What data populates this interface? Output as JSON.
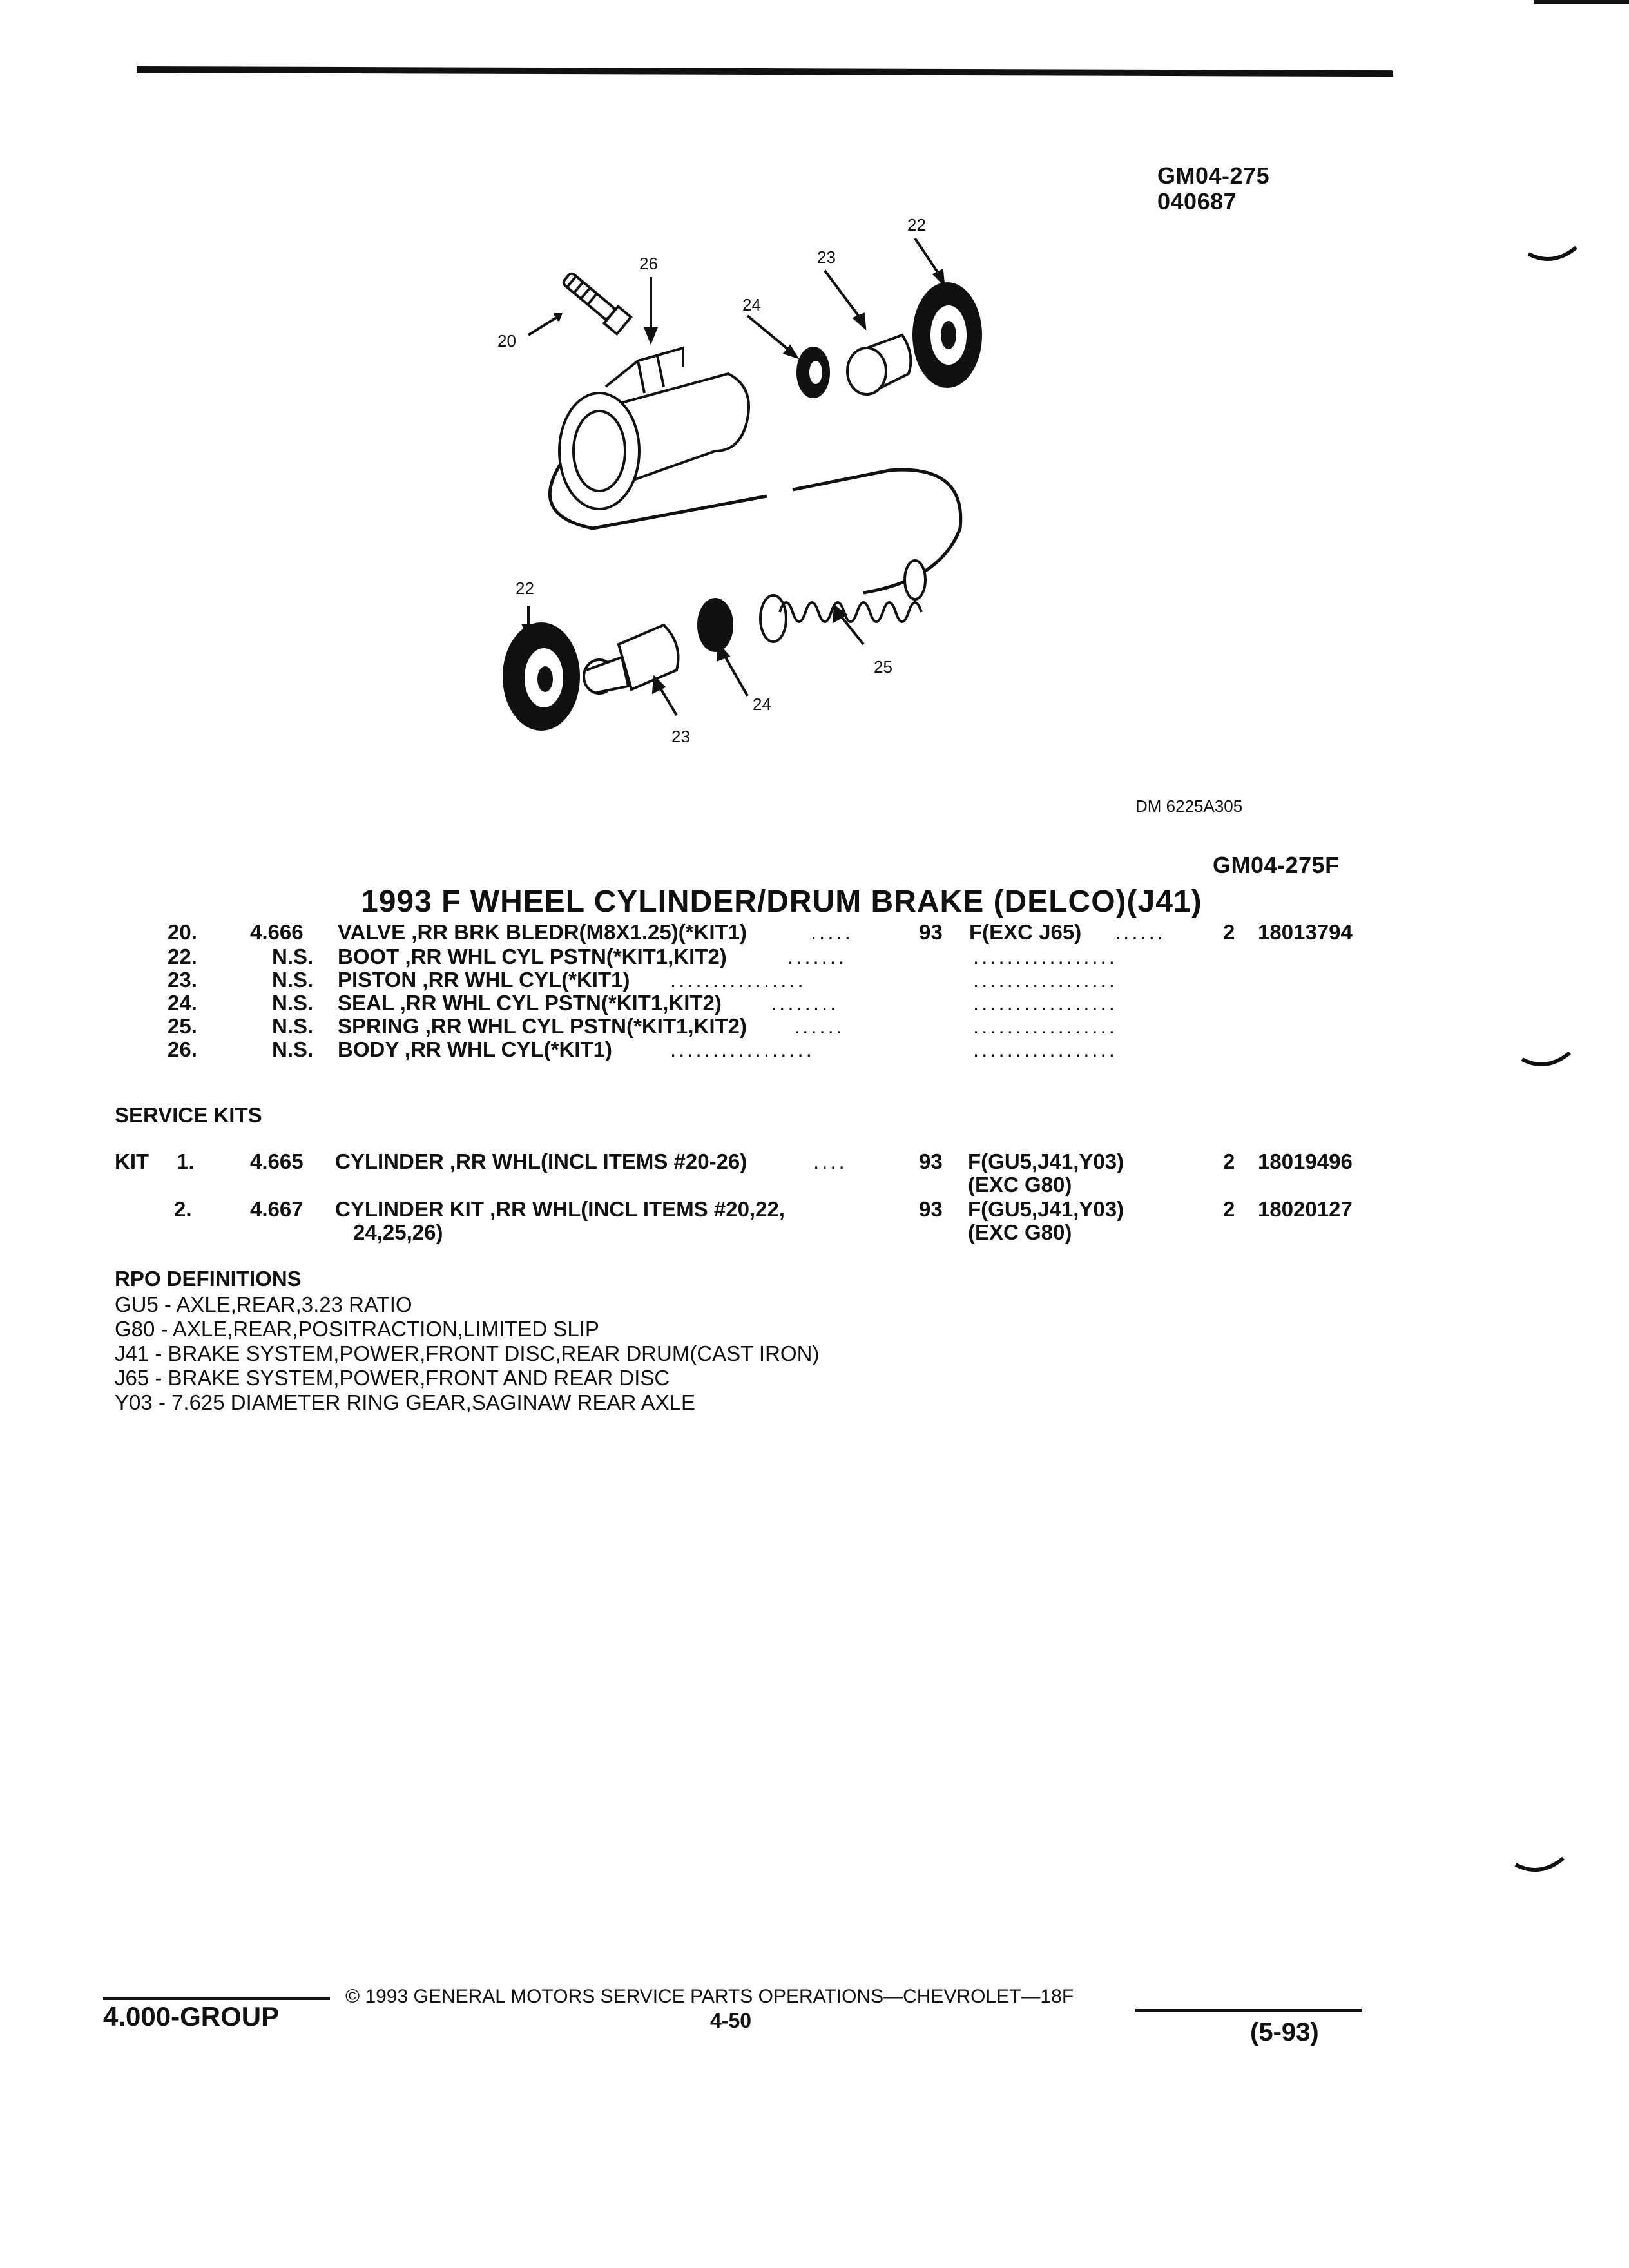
{
  "header": {
    "code1": "GM04-275",
    "code2": "040687",
    "ref_code": "GM04-275F",
    "diagram_id": "DM 6225A305"
  },
  "diagram_labels": {
    "l20": "20",
    "l26": "26",
    "l24a": "24",
    "l23a": "23",
    "l22a": "22",
    "l22b": "22",
    "l25": "25",
    "l24b": "24",
    "l23b": "23"
  },
  "section_title": "1993 F WHEEL CYLINDER/DRUM BRAKE (DELCO)(J41)",
  "parts": [
    {
      "item": "20.",
      "code": "4.666",
      "desc": "VALVE ,RR BRK BLEDR(M8X1.25)(*KIT1)",
      "dots": ".....",
      "year": "93",
      "app": "F(EXC J65)",
      "app_dots": "......",
      "qty": "2",
      "part_no": "18013794"
    },
    {
      "item": "22.",
      "code": "N.S.",
      "desc": "BOOT ,RR WHL CYL PSTN(*KIT1,KIT2)",
      "dots": ".......",
      "app_dots": "................."
    },
    {
      "item": "23.",
      "code": "N.S.",
      "desc": "PISTON ,RR WHL CYL(*KIT1)",
      "dots": "................",
      "app_dots": "................."
    },
    {
      "item": "24.",
      "code": "N.S.",
      "desc": "SEAL ,RR WHL CYL PSTN(*KIT1,KIT2)",
      "dots": "........",
      "app_dots": "................."
    },
    {
      "item": "25.",
      "code": "N.S.",
      "desc": "SPRING ,RR WHL CYL PSTN(*KIT1,KIT2)",
      "dots": "......",
      "app_dots": "................."
    },
    {
      "item": "26.",
      "code": "N.S.",
      "desc": "BODY ,RR WHL CYL(*KIT1)",
      "dots": ".................",
      "app_dots": "................."
    }
  ],
  "service_kits": {
    "heading": "SERVICE KITS",
    "kits": [
      {
        "prefix": "KIT",
        "item": "1.",
        "code": "4.665",
        "desc1": "CYLINDER ,RR WHL(INCL ITEMS #20-26)",
        "dots": "....",
        "desc2": "",
        "year": "93",
        "app1": "F(GU5,J41,Y03)",
        "app2": "(EXC G80)",
        "qty": "2",
        "part_no": "18019496"
      },
      {
        "prefix": "",
        "item": "2.",
        "code": "4.667",
        "desc1": "CYLINDER KIT ,RR WHL(INCL ITEMS #20,22,",
        "dots": "",
        "desc2": "24,25,26)",
        "year": "93",
        "app1": "F(GU5,J41,Y03)",
        "app2": "(EXC G80)",
        "qty": "2",
        "part_no": "18020127"
      }
    ]
  },
  "rpo": {
    "heading": "RPO DEFINITIONS",
    "lines": [
      "GU5 - AXLE,REAR,3.23 RATIO",
      "G80 - AXLE,REAR,POSITRACTION,LIMITED SLIP",
      "J41 - BRAKE SYSTEM,POWER,FRONT DISC,REAR DRUM(CAST IRON)",
      "J65 - BRAKE SYSTEM,POWER,FRONT AND REAR DISC",
      "Y03 - 7.625 DIAMETER RING GEAR,SAGINAW REAR AXLE"
    ]
  },
  "footer": {
    "group": "4.000-GROUP",
    "copyright": "© 1993 GENERAL MOTORS SERVICE PARTS OPERATIONS—CHEVROLET—18F",
    "page": "4-50",
    "date": "(5-93)"
  }
}
